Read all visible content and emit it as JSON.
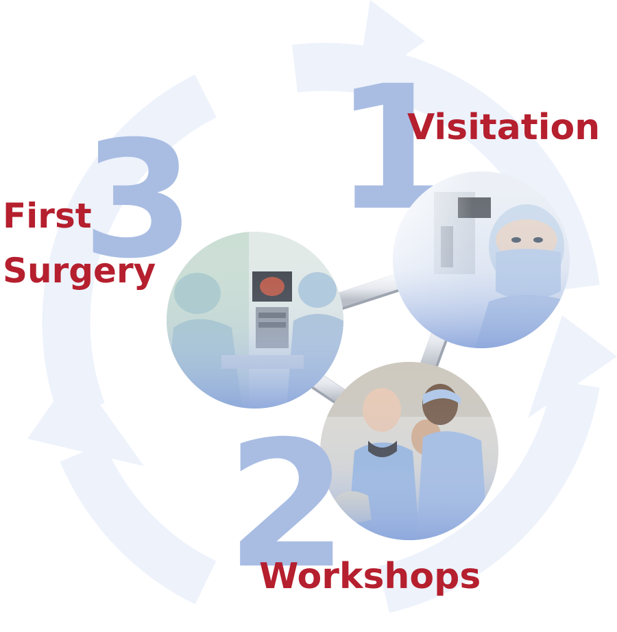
{
  "cycle_arrow_color": "#edf2fb",
  "number_color": "#a9bde3",
  "label_color": "#b51f2e",
  "steps": {
    "step1": {
      "number": "1",
      "label": "Visitation",
      "photo": "surgeon-with-mask-photo"
    },
    "step2": {
      "number": "2",
      "label": "Workshops",
      "photo": "workshop-training-photo"
    },
    "step3": {
      "number": "3",
      "label_line1": "First",
      "label_line2": "Surgery",
      "photo": "operating-room-photo"
    }
  }
}
